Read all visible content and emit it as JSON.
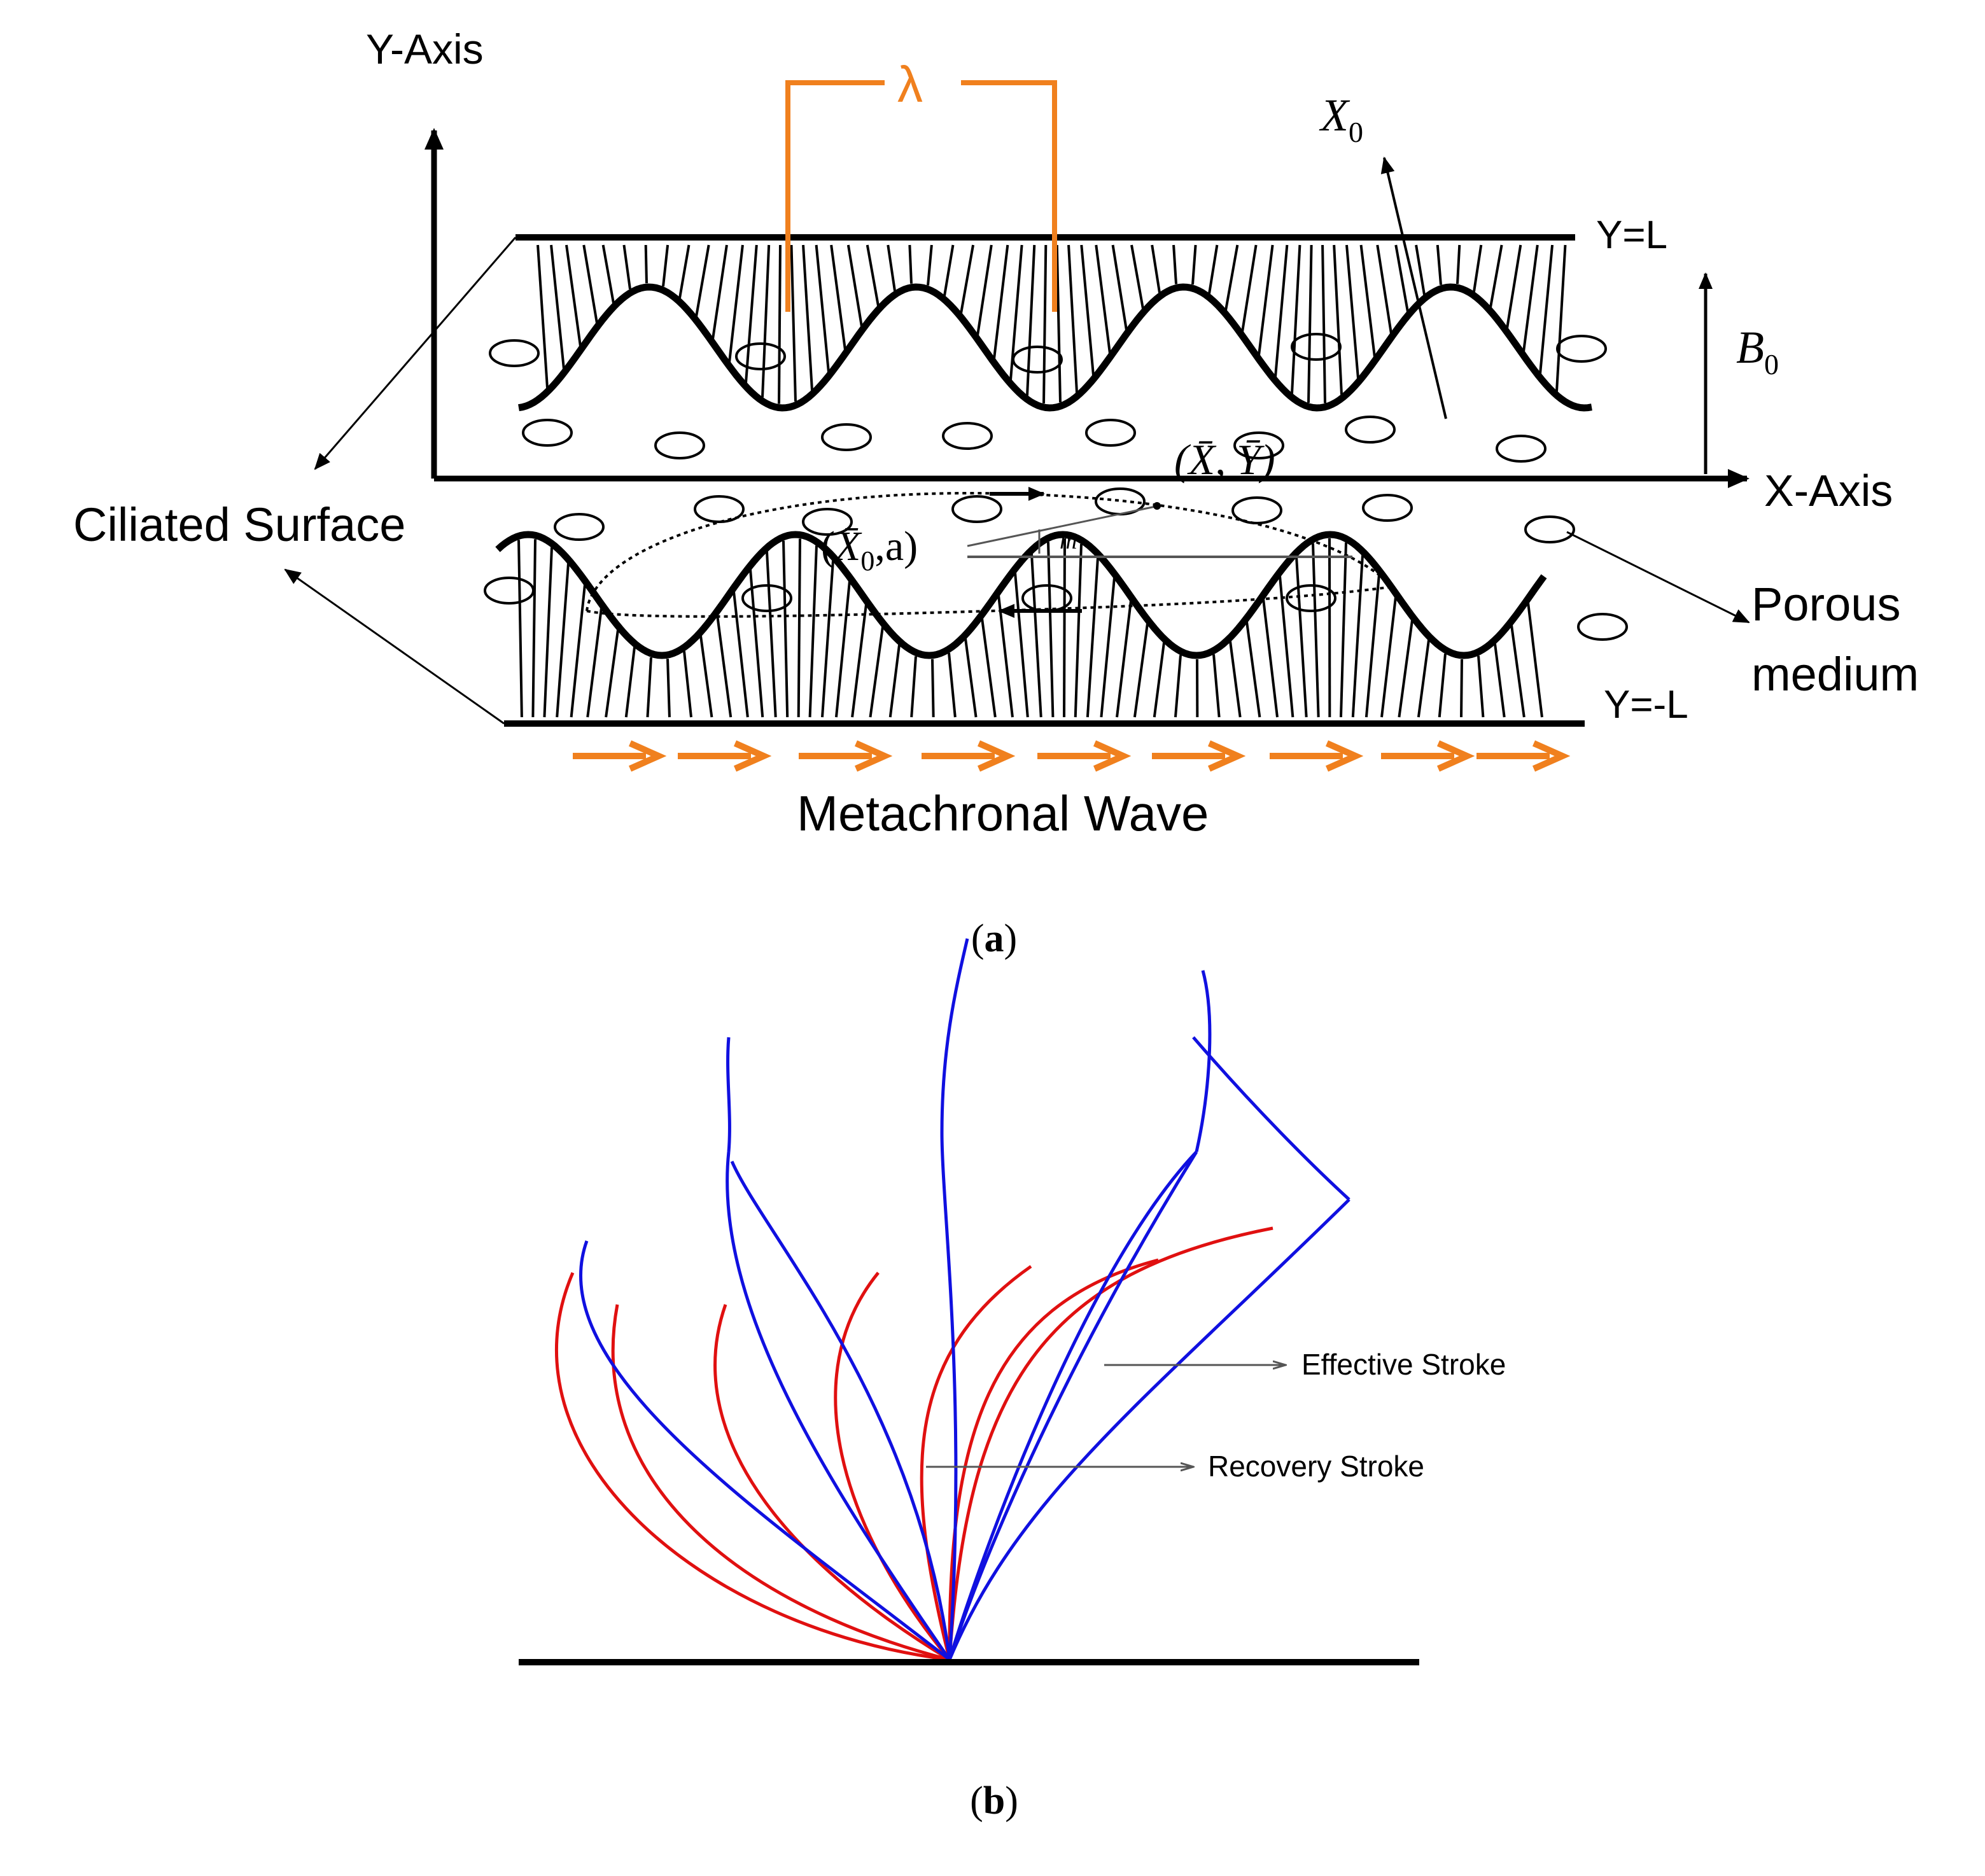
{
  "panel_a": {
    "y_axis_label": "Y-Axis",
    "x_axis_label": "X-Axis",
    "lambda_label": "λ",
    "x0_main": "X",
    "x0_sub": "0",
    "b0_main": "B",
    "b0_sub": "0",
    "y_top_label": "Y=L",
    "y_bottom_label": "Y=-L",
    "ciliated_surface_label": "Ciliated Surface",
    "porous_label_line1": "Porous",
    "porous_label_line2": "medium",
    "wave_label": "Metachronal Wave",
    "caption_letter": "a",
    "colors": {
      "ink": "#000000",
      "accent": "#f0801e"
    }
  },
  "panel_b": {
    "point_label": "(X̄, Ȳ)",
    "origin_label_open": "(",
    "origin_label_main": "X̄",
    "origin_label_sub": "0",
    "origin_label_rest": ",a)",
    "angle_label": "m",
    "effective_stroke_label": "Effective Stroke",
    "recovery_stroke_label": "Recovery Stroke",
    "caption_letter": "b",
    "colors": {
      "effective": "#1010e0",
      "recovery": "#e01010",
      "ink": "#000000"
    }
  }
}
